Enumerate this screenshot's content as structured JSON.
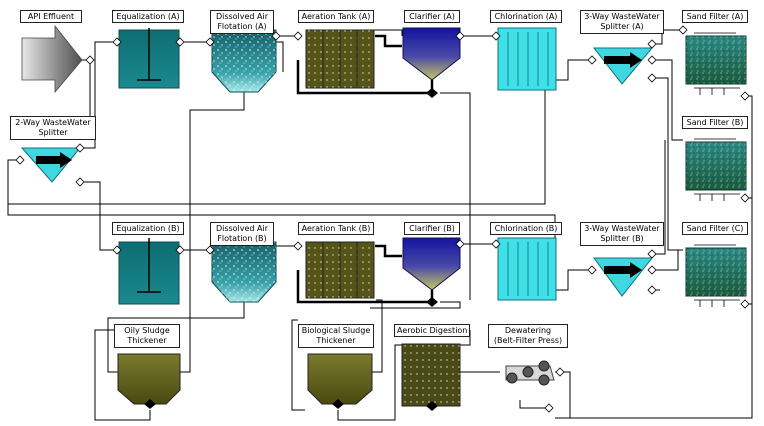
{
  "labels": {
    "api_effluent": "API Effluent",
    "equalization_a": "Equalization (A)",
    "equalization_b": "Equalization (B)",
    "daf_a_1": "Dissolved Air",
    "daf_a_2": "Flotation (A)",
    "daf_b_1": "Dissolved Air",
    "daf_b_2": "Flotation (B)",
    "aeration_a": "Aeration Tank (A)",
    "aeration_b": "Aeration Tank (B)",
    "clarifier_a": "Clarifier (A)",
    "clarifier_b": "Clarifier (B)",
    "chlorination_a": "Chlorination (A)",
    "chlorination_b": "Chlorination (B)",
    "splitter3_a_1": "3-Way WasteWater",
    "splitter3_a_2": "Splitter (A)",
    "splitter3_b_1": "3-Way WasteWater",
    "splitter3_b_2": "Splitter (B)",
    "sand_a": "Sand Filter (A)",
    "sand_b": "Sand Filter (B)",
    "sand_c": "Sand Filter (C)",
    "splitter2_1": "2-Way WasteWater",
    "splitter2_2": "Splitter",
    "oily_1": "Oily Sludge",
    "oily_2": "Thickener",
    "bio_1": "Biological Sludge",
    "bio_2": "Thickener",
    "aerobic": "Aerobic Digestion",
    "dewater_1": "Dewatering",
    "dewater_2": "(Belt-Filter Press)"
  },
  "colors": {
    "equalization": "#147c80",
    "daf": "#1a6f78",
    "aeration": "#55551a",
    "clarifier_top": "#1e1ea8",
    "clarifier_bottom": "#b0b050",
    "chlorination": "#40e0e8",
    "splitter": "#40d8e0",
    "sand": "#1a7060",
    "sludge": "#6a6a20",
    "digestion": "#4a4a18",
    "arrow": "#909090",
    "pipe": "#000000"
  },
  "icons": [
    "inlet-arrow-icon",
    "mixer-icon",
    "bubble-icon",
    "valve-icon",
    "roller-icon"
  ]
}
